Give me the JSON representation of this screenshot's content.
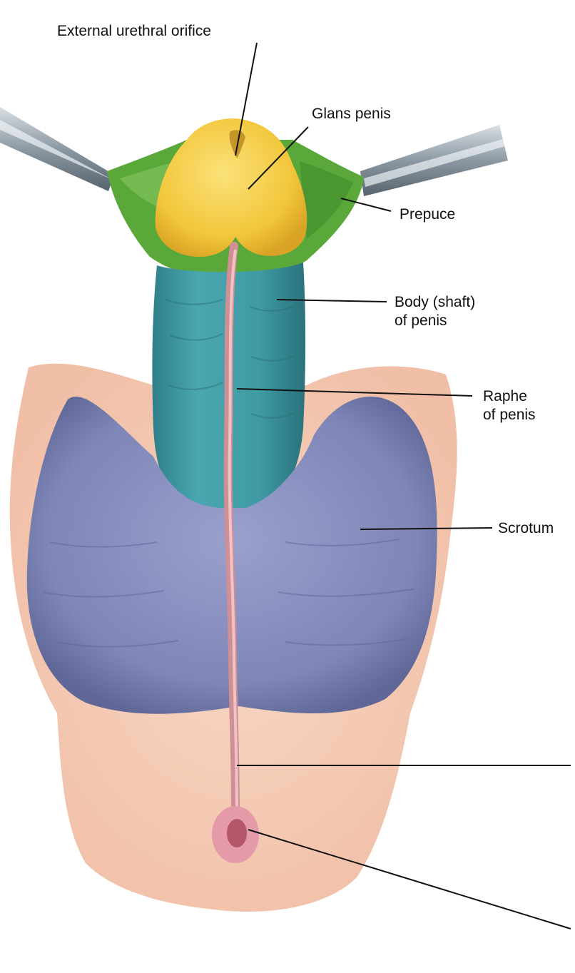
{
  "labels": {
    "external_urethral_orifice": "External urethral orifice",
    "glans_penis": "Glans penis",
    "prepuce": "Prepuce",
    "body_line1": "Body (shaft)",
    "body_line2": "of penis",
    "raphe_line1": "Raphe",
    "raphe_line2": "of penis",
    "scrotum": "Scrotum"
  },
  "colors": {
    "glans": "#f2c63a",
    "prepuce": "#5aa83a",
    "shaft": "#3f9aa3",
    "scrotum": "#7f86b8",
    "skin": "#efb79c",
    "raphe": "#cf8f95",
    "anus": "#e59aa9",
    "forceps": "#9aa7b1",
    "leader": "#111111"
  }
}
